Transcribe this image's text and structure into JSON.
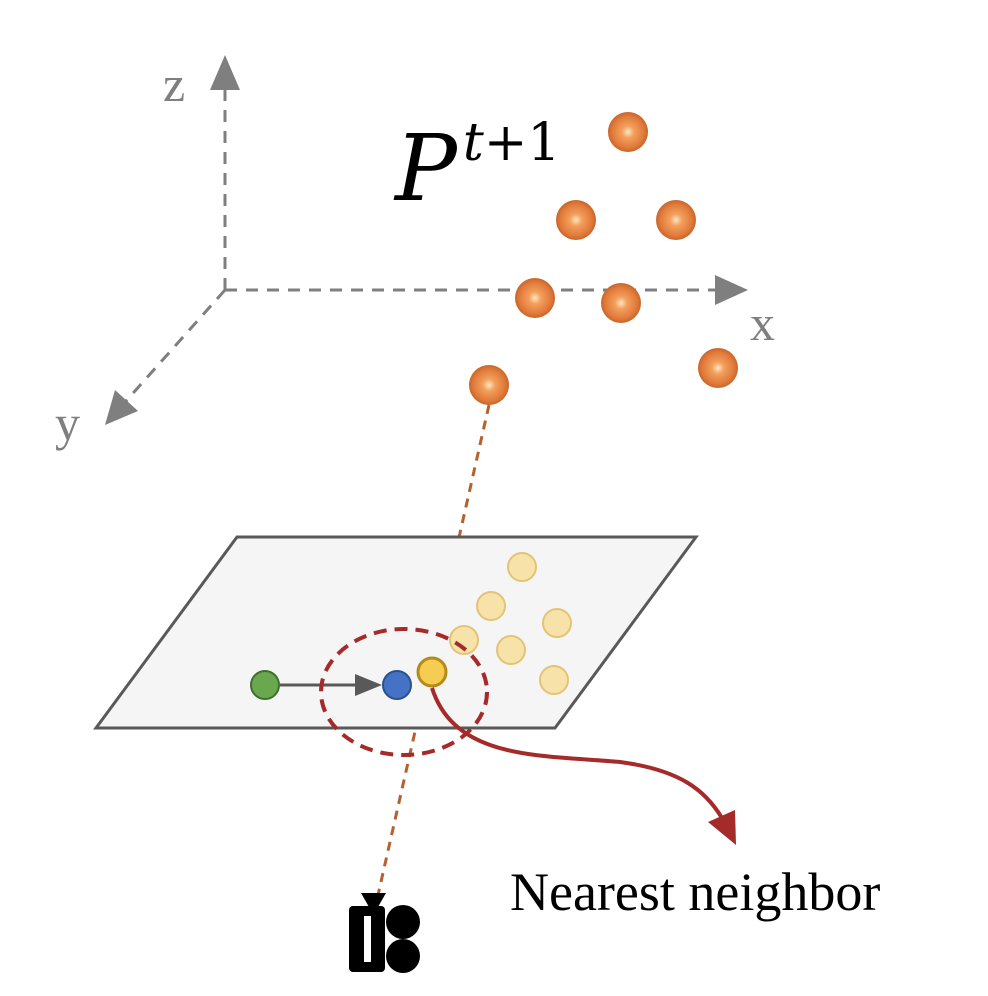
{
  "axes": {
    "z_label": "z",
    "x_label": "x",
    "y_label": "y"
  },
  "point_cloud": {
    "label_base": "P",
    "label_superscript_var": "t",
    "label_superscript_op": "+1",
    "color": "#e0793a"
  },
  "image_plane": {
    "fill_color": "#f5f5f5",
    "projected_point_color": "#f7e3a9"
  },
  "track": {
    "start_point_color": "#6aa84f",
    "predicted_point_color": "#4472c4",
    "neighbor_point_color": "#f6cd52"
  },
  "annotation": {
    "nearest_neighbor_label": "Nearest neighbor",
    "circle_color": "#a52a2a"
  },
  "camera": {
    "icon": "camera-icon"
  }
}
